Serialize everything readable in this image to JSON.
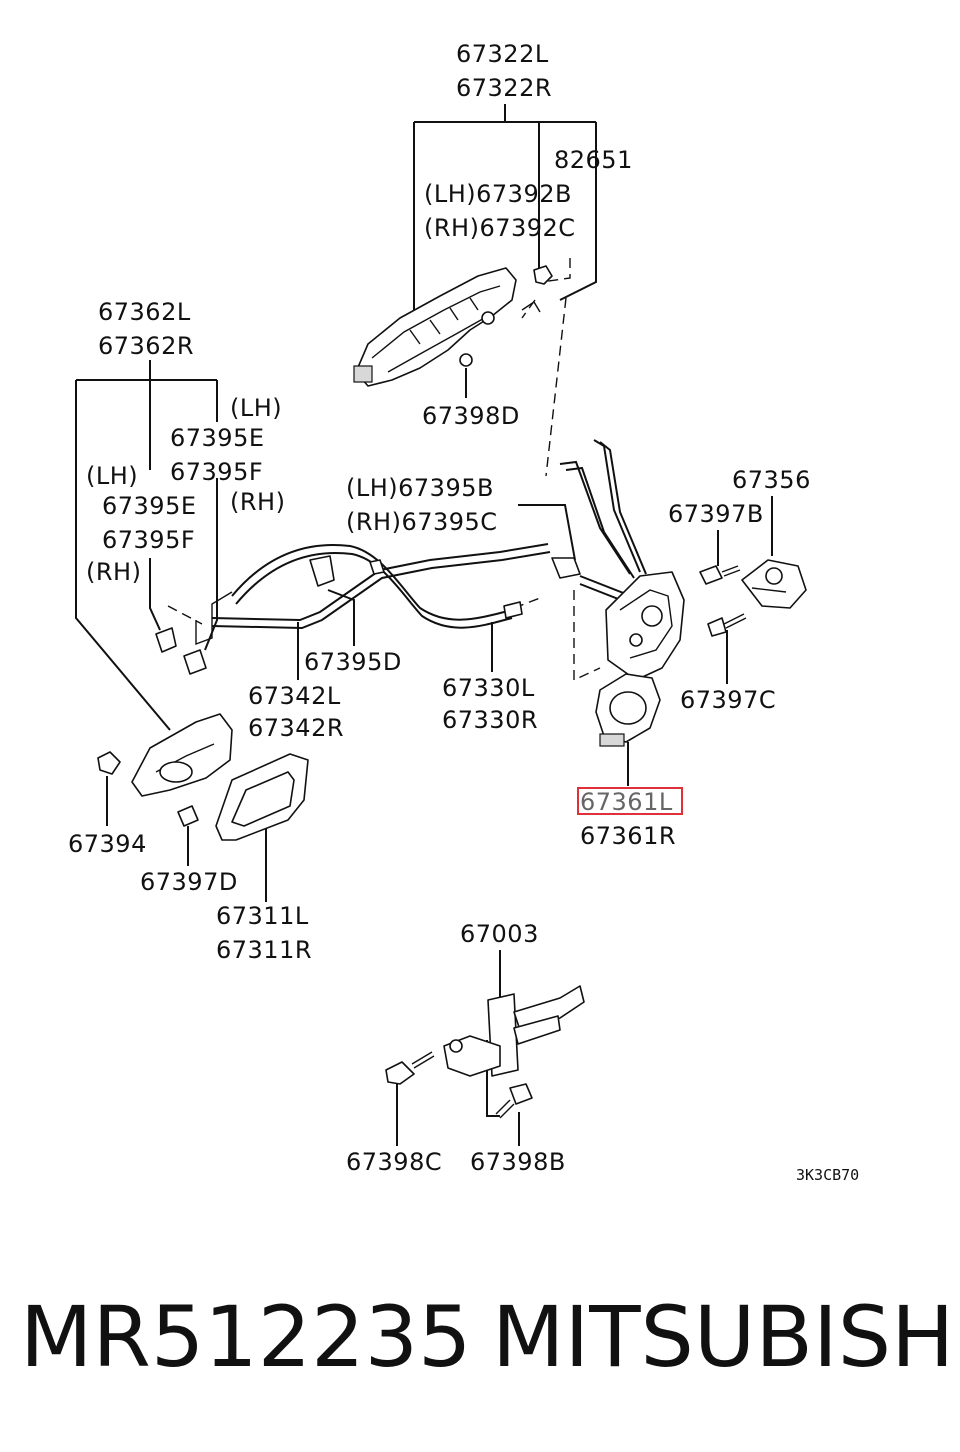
{
  "labels": {
    "p67322L": "67322L",
    "p67322R": "67322R",
    "p82651": "82651",
    "p67392B": "(LH)67392B",
    "p67392C": "(RH)67392C",
    "p67398D": "67398D",
    "p67362L": "67362L",
    "p67362R": "67362R",
    "p67395E_top_lh": "(LH)",
    "p67395E_top": "67395E",
    "p67395F_top": "67395F",
    "p67395F_top_rh": "(RH)",
    "p67395E_left_lh": "(LH)",
    "p67395E_left": "67395E",
    "p67395F_left": "67395F",
    "p67395F_left_rh": "(RH)",
    "p67395B": "(LH)67395B",
    "p67395C": "(RH)67395C",
    "p67395D": "67395D",
    "p67342L": "67342L",
    "p67342R": "67342R",
    "p67330L": "67330L",
    "p67330R": "67330R",
    "p67356": "67356",
    "p67397B": "67397B",
    "p67397C": "67397C",
    "p67361L": "67361L",
    "p67361R": "67361R",
    "p67394": "67394",
    "p67397D": "67397D",
    "p67311L": "67311L",
    "p67311R": "67311R",
    "p67003": "67003",
    "p67398C": "67398C",
    "p67398B": "67398B"
  },
  "diagram_code": "3K3CB70",
  "footer": {
    "part_number": "MR512235",
    "brand": "MITSUBISHI"
  },
  "highlight_color": "#e0303a"
}
